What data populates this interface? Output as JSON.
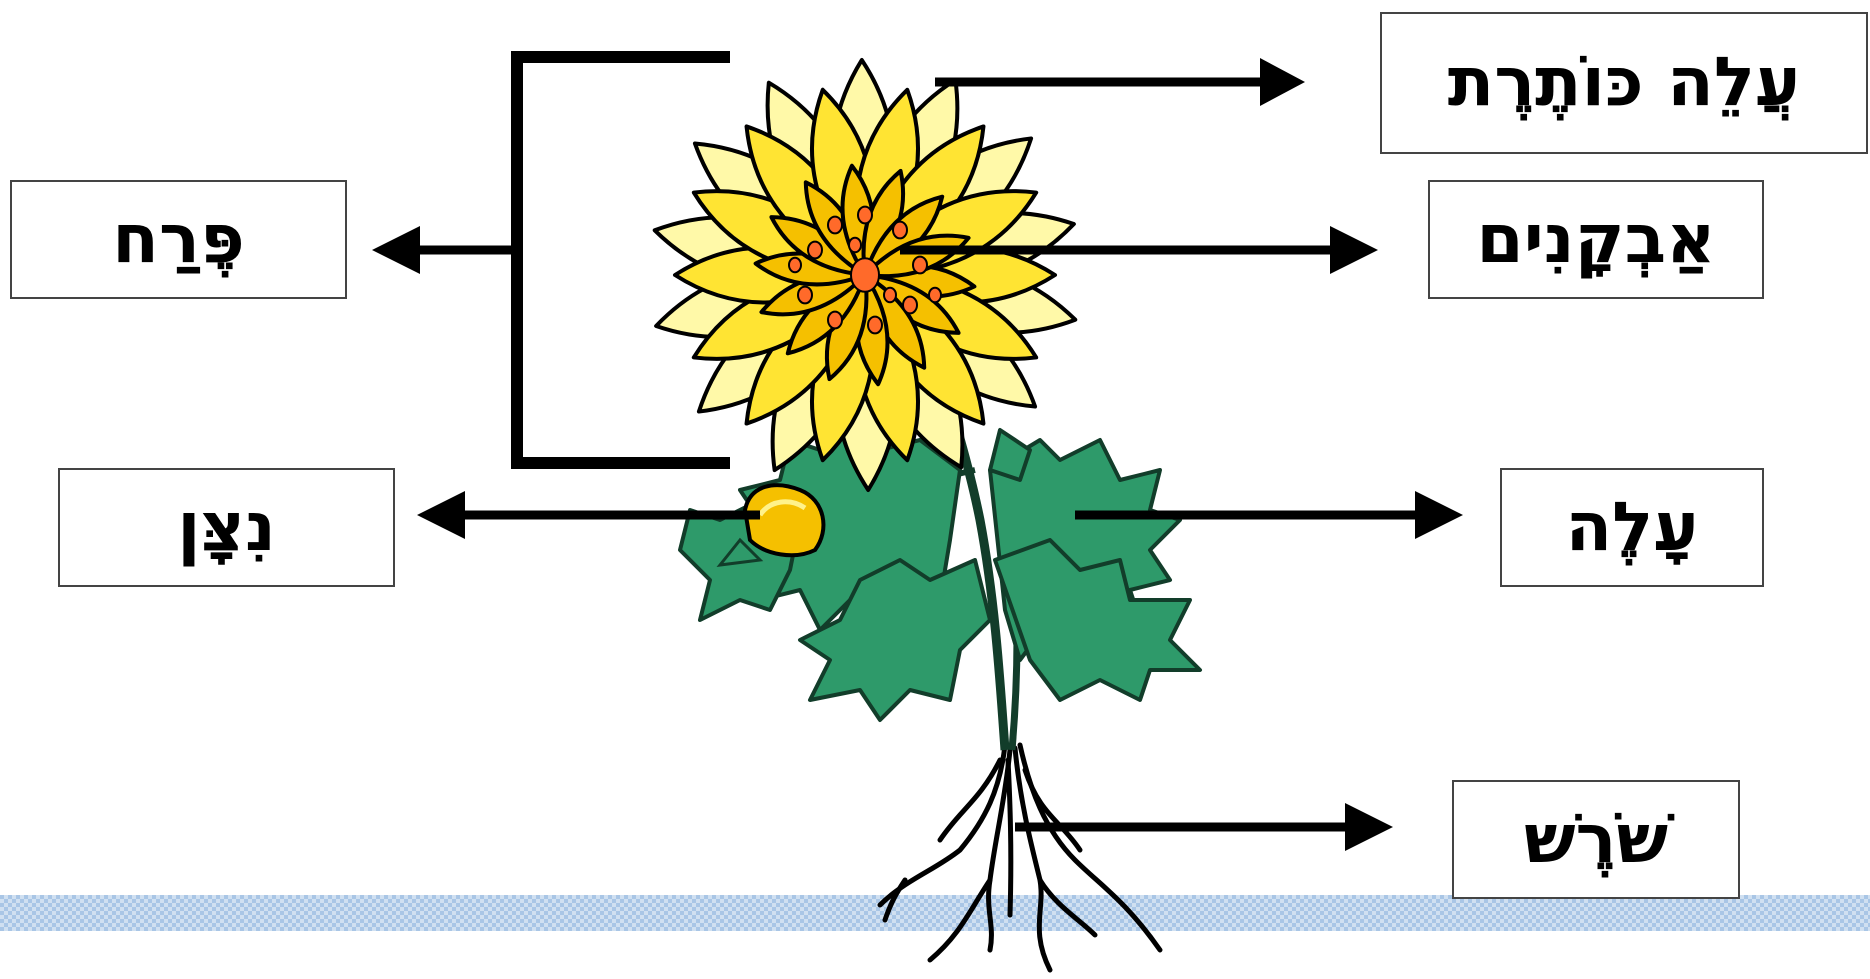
{
  "labels": {
    "petal": "עֲלֵה כּוֹתֶרֶת",
    "stamens": "אַבְקָנִים",
    "flower": "פֶּרַח",
    "bud": "נִצָּן",
    "leaf": "עָלֶה",
    "root": "שֹׁרֶשׁ"
  },
  "colors": {
    "petal_light": "#fff9a8",
    "petal_mid": "#ffe433",
    "petal_dark": "#f5c000",
    "leaf": "#2e9a6a",
    "leaf_dark": "#123d2a",
    "ground": "#a9c6e6",
    "arrow": "#000000"
  }
}
